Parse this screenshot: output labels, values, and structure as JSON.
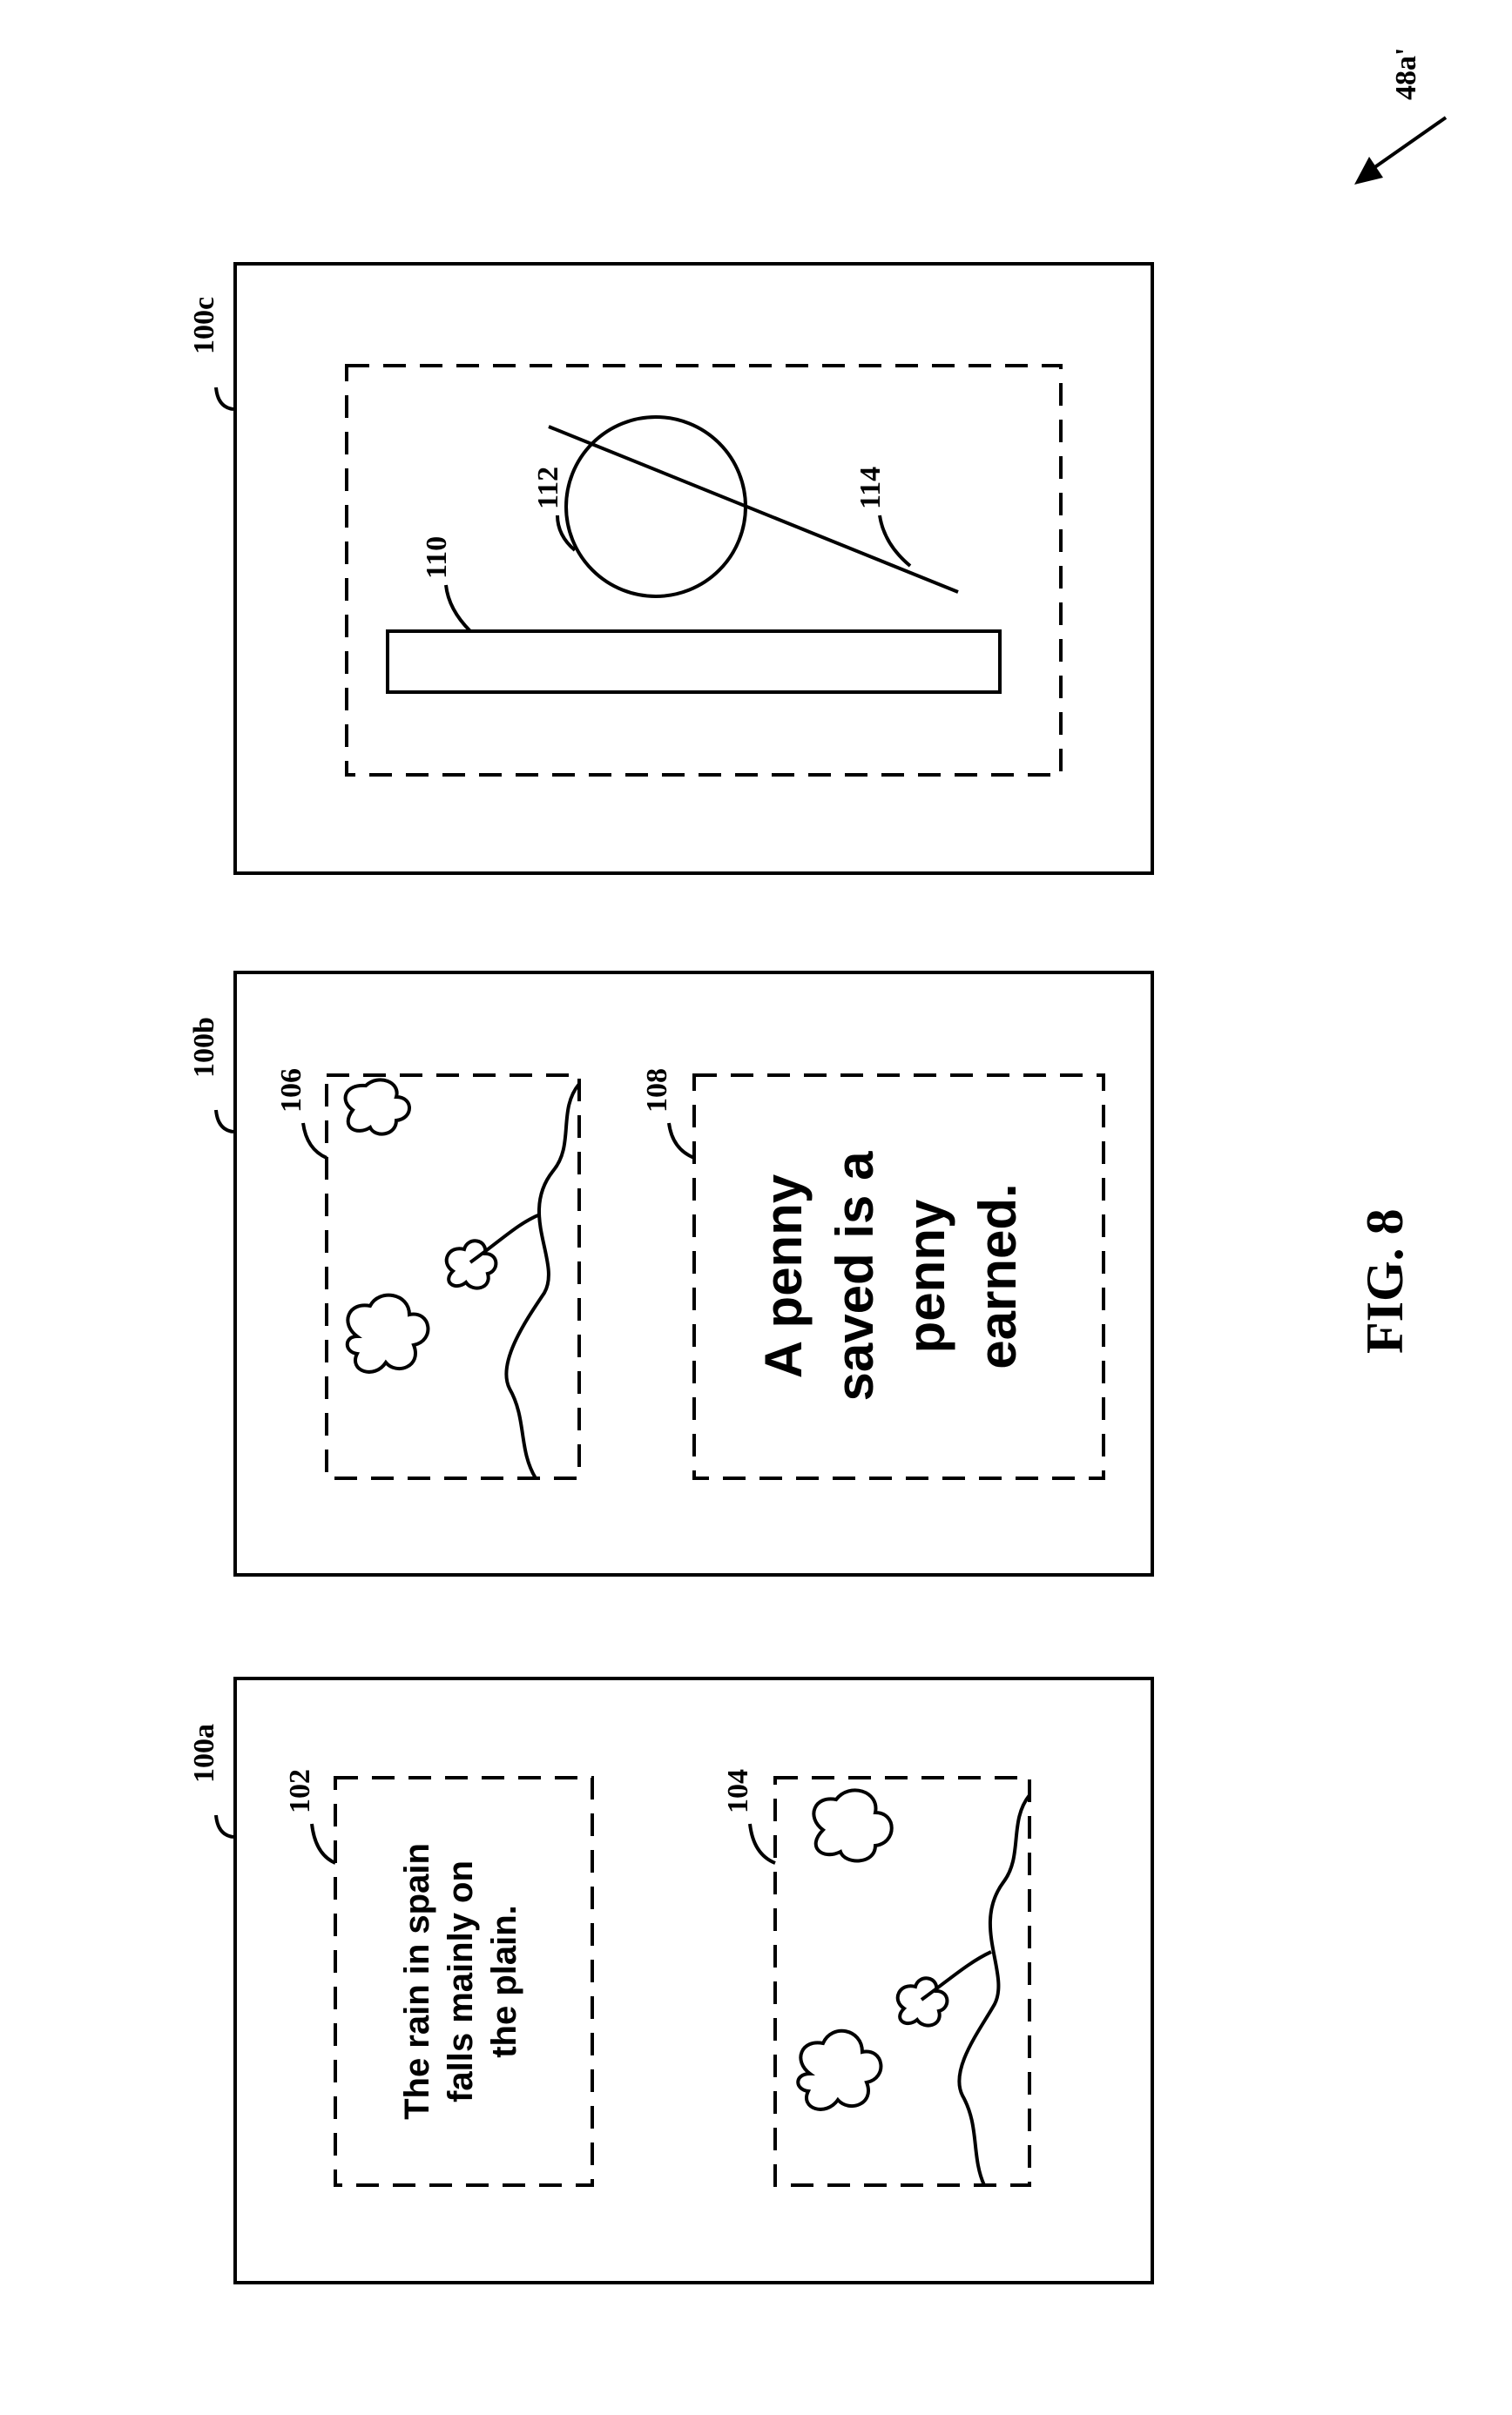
{
  "figure": {
    "caption": "FIG. 8",
    "set_ref": "48a'"
  },
  "pages": [
    {
      "ref": "100a",
      "regions": [
        {
          "ref": "102",
          "kind": "text",
          "lines": [
            "The rain in spain",
            "falls mainly on",
            "the plain."
          ]
        },
        {
          "ref": "104",
          "kind": "image"
        }
      ]
    },
    {
      "ref": "100b",
      "regions": [
        {
          "ref": "106",
          "kind": "image"
        },
        {
          "ref": "108",
          "kind": "text",
          "lines": [
            "A penny",
            "saved is a",
            "penny",
            "earned."
          ]
        }
      ]
    },
    {
      "ref": "100c",
      "regions": [
        {
          "ref": "110",
          "kind": "rectangle"
        },
        {
          "ref": "112",
          "kind": "circle"
        },
        {
          "ref": "114",
          "kind": "line"
        }
      ]
    }
  ]
}
